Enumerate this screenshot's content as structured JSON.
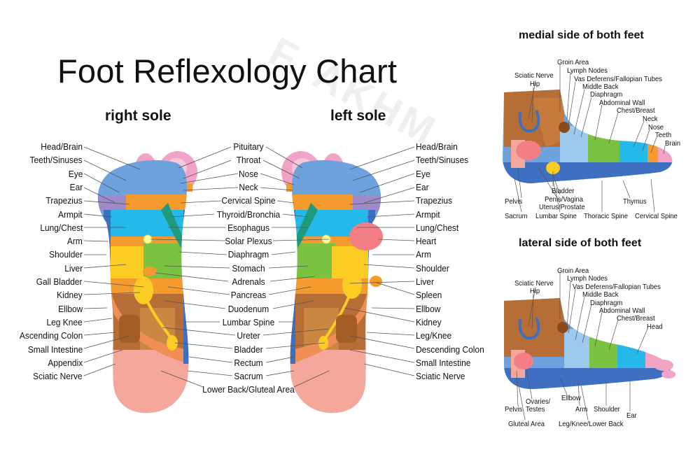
{
  "title": "Foot Reflexology Chart",
  "headings": {
    "right_sole": "right sole",
    "left_sole": "left sole",
    "medial": "medial side of both feet",
    "lateral": "lateral side of both feet"
  },
  "watermark": "F. AKHM",
  "right_sole_labels": [
    "Head/Brain",
    "Teeth/Sinuses",
    "Eye",
    "Ear",
    "Trapezius",
    "Armpit",
    "Lung/Chest",
    "Arm",
    "Shoulder",
    "Liver",
    "Gall Bladder",
    "Kidney",
    "Ellbow",
    "Leg Knee",
    "Ascending Colon",
    "Small Intestine",
    "Appendix",
    "Sciatic Nerve"
  ],
  "center_labels": [
    "Pituitary",
    "Throat",
    "Nose",
    "Neck",
    "Cervical Spine",
    "Thyroid/Bronchia",
    "Esophagus",
    "Solar Plexus",
    "Diaphragm",
    "Stomach",
    "Adrenals",
    "Pancreas",
    "Duodenum",
    "Lumbar Spine",
    "Ureter",
    "Bladder",
    "Rectum",
    "Sacrum",
    "Lower Back/Gluteal Area"
  ],
  "left_sole_labels": [
    "Head/Brain",
    "Teeth/Sinuses",
    "Eye",
    "Ear",
    "Trapezius",
    "Armpit",
    "Lung/Chest",
    "Heart",
    "Arm",
    "Shoulder",
    "Liver",
    "Spleen",
    "Ellbow",
    "Kidney",
    "Leg/Knee",
    "Descending Colon",
    "Small Intestine",
    "Sciatic Nerve"
  ],
  "medial_labels": {
    "groin": "Groin Area",
    "lymph": "Lymph Nodes",
    "sciatic": "Sciatic Nerve",
    "vas": "Vas Deferens/Fallopian Tubes",
    "hip": "Hip",
    "middle_back": "Middle Back",
    "diaphragm": "Diaphragm",
    "abdominal": "Abdominal Wall",
    "chest": "Chest/Breast",
    "neck": "Neck",
    "nose": "Nose",
    "teeth": "Teeth",
    "brain": "Brain",
    "bladder": "Bladder",
    "penis": "Penis/Vagina",
    "uterus": "Uterus/Prostate",
    "pelvis": "Pelvis",
    "thymus": "Thymus",
    "sacrum": "Sacrum",
    "lumbar": "Lumbar Spine",
    "thoracic": "Thoracic Spine",
    "cervical": "Cervical Spine"
  },
  "lateral_labels": {
    "groin": "Groin Area",
    "lymph": "Lymph Nodes",
    "sciatic": "Sciatic Nerve",
    "vas": "Vas Deferens/Fallopian Tubes",
    "hip": "Hip",
    "middle_back": "Middle Back",
    "diaphragm": "Diaphragm",
    "abdominal": "Abdominal Wall",
    "chest": "Chest/Breast",
    "head": "Head",
    "ellbow": "Ellbow",
    "ovaries": "Ovaries/",
    "testes": "Testes",
    "pelvis": "Pelvis",
    "arm": "Arm",
    "shoulder": "Shoulder",
    "ear": "Ear",
    "gluteal": "Gluteal Area",
    "legknee": "Leg/Knee/Lower Back"
  },
  "colors": {
    "pink": "#f1a3c6",
    "purple": "#9c8ac9",
    "orange": "#f59a2c",
    "cyan": "#25b9e9",
    "blue": "#6ea2dd",
    "dark_blue": "#3e6fc0",
    "green": "#7cc242",
    "yellow": "#fbcd24",
    "brown": "#b66e36",
    "dark_brown": "#8a4a1c",
    "salmon": "#f6a79b",
    "red_pink": "#f37e86",
    "teal": "#1f9a7c"
  }
}
